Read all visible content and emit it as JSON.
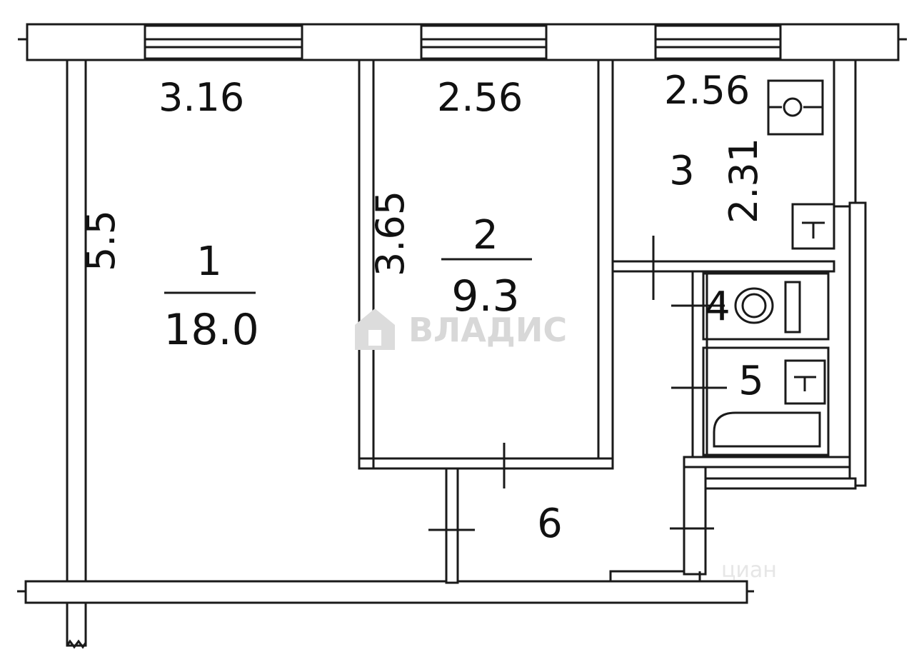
{
  "dimensions": {
    "room1_width": "3.16",
    "room1_length": "5.5",
    "room2_width": "2.56",
    "room2_length": "3.65",
    "room3_width": "2.56",
    "room3_length": "2.31"
  },
  "rooms": {
    "room1_number": "1",
    "room1_area": "18.0",
    "room2_number": "2",
    "room2_area": "9.3",
    "room3_number": "3",
    "room4_number": "4",
    "room5_number": "5",
    "room6_number": "6"
  },
  "watermark": {
    "text": "ВЛАДИС",
    "secondary": "циан"
  },
  "icons": [
    "stove-icon",
    "sink-icon",
    "toilet-icon",
    "bathtub-icon",
    "house-logo-icon"
  ],
  "colors": {
    "line": "#1a1a1a",
    "background": "#ffffff"
  }
}
